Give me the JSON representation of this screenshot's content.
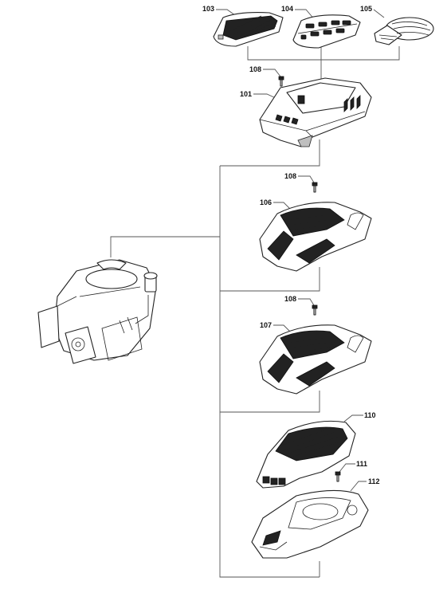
{
  "labels": {
    "p101": "101",
    "p103": "103",
    "p104": "104",
    "p105": "105",
    "p106": "106",
    "p107": "107",
    "p108a": "108",
    "p108b": "108",
    "p108c": "108",
    "p110": "110",
    "p111": "111",
    "p112": "112"
  }
}
